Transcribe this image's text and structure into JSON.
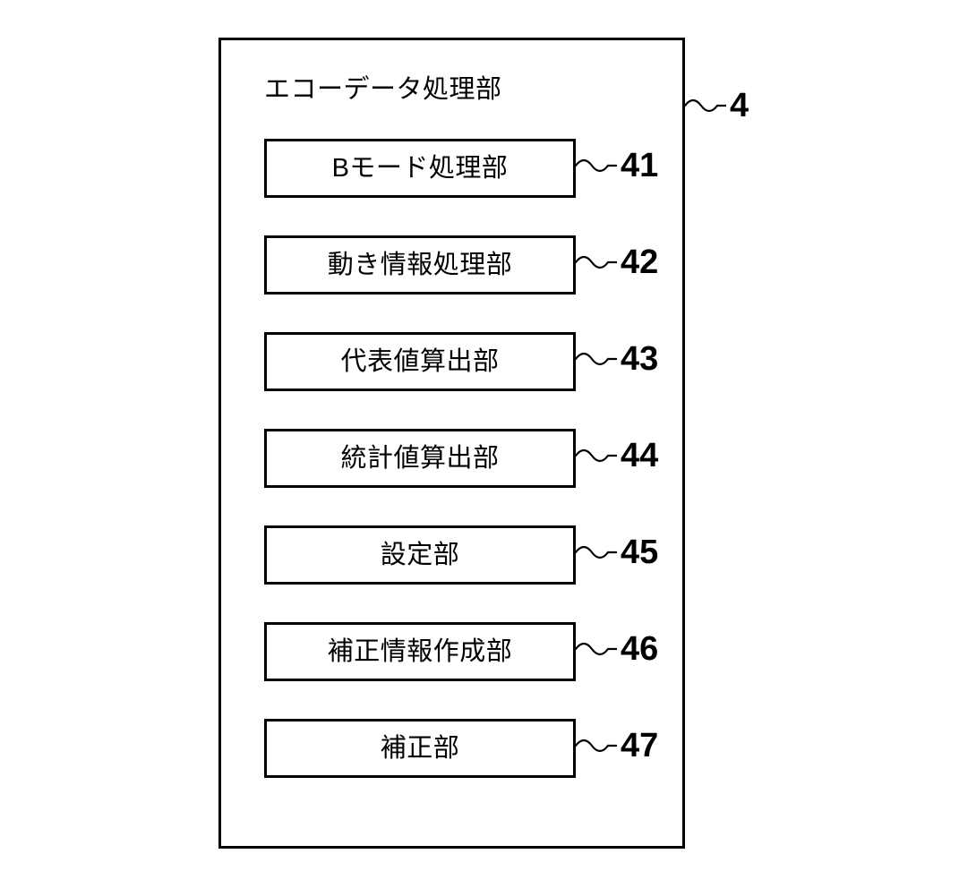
{
  "diagram": {
    "type": "patent-block-diagram",
    "background_color": "#ffffff",
    "line_color": "#000000",
    "outer_block": {
      "title": "エコーデータ処理部",
      "reference_numeral": "4"
    },
    "modules": [
      {
        "label": "Bモード処理部",
        "reference_numeral": "41"
      },
      {
        "label": "動き情報処理部",
        "reference_numeral": "42"
      },
      {
        "label": "代表値算出部",
        "reference_numeral": "43"
      },
      {
        "label": "統計値算出部",
        "reference_numeral": "44"
      },
      {
        "label": "設定部",
        "reference_numeral": "45"
      },
      {
        "label": "補正情報作成部",
        "reference_numeral": "46"
      },
      {
        "label": "補正部",
        "reference_numeral": "47"
      }
    ]
  }
}
